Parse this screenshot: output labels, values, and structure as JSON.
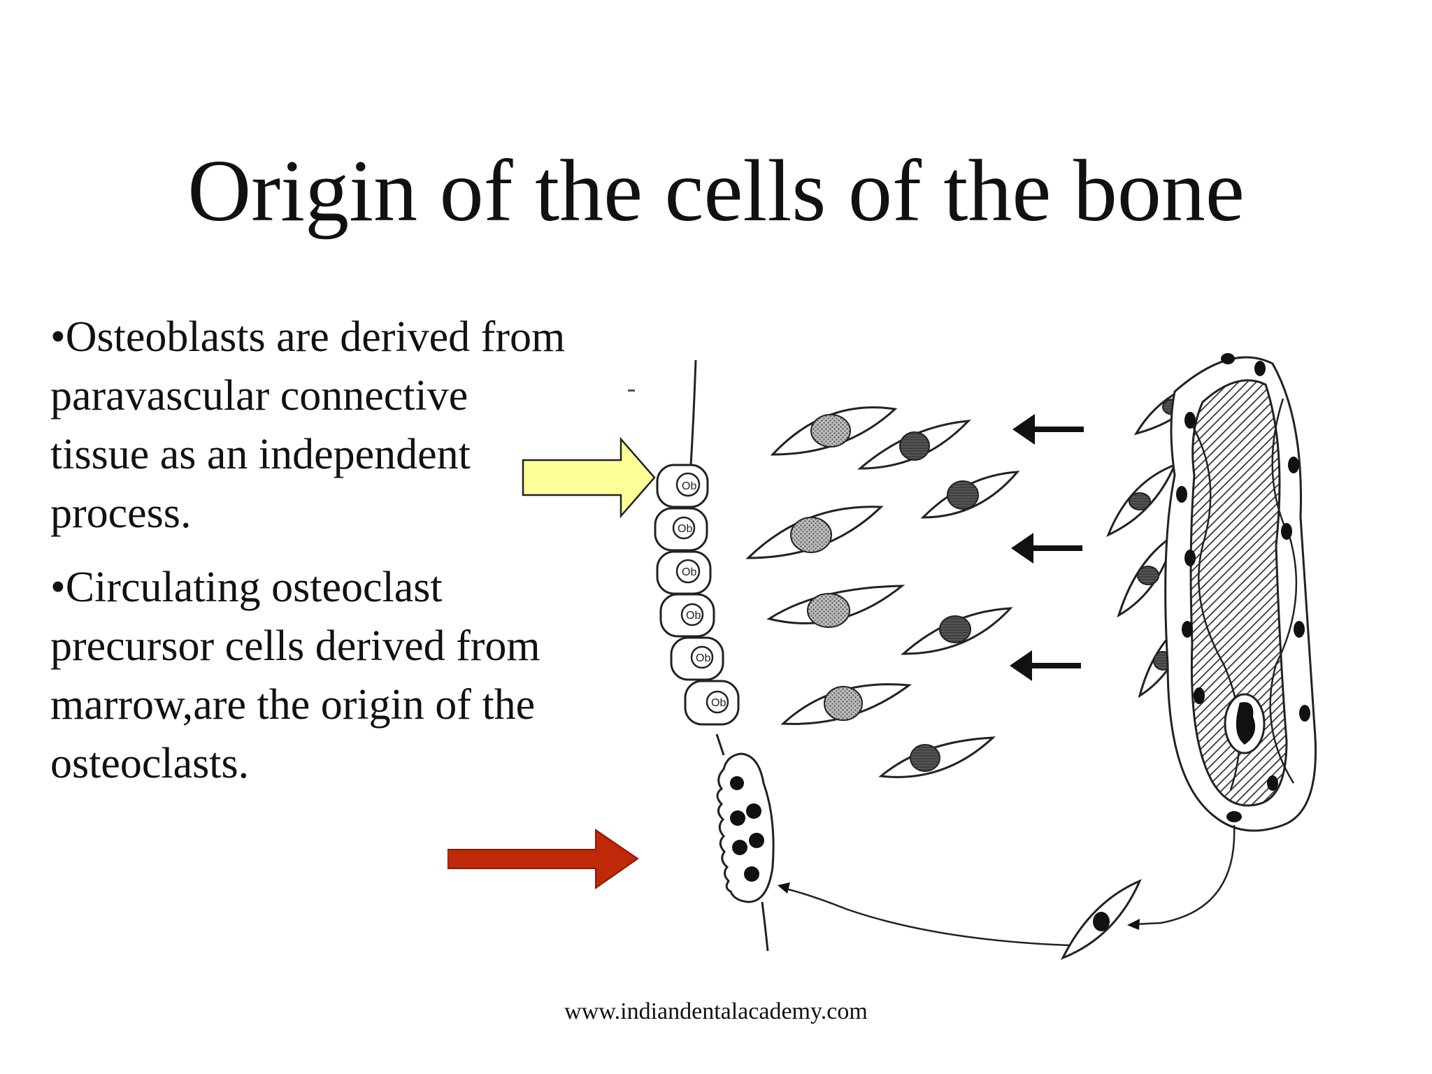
{
  "slide": {
    "title": "Origin of the cells of the bone",
    "bullets": [
      {
        "marker": "•",
        "lines": [
          "Osteoblasts are derived from",
          "paravascular connective",
          "tissue as an independent",
          "process."
        ]
      },
      {
        "marker": "•",
        "lines": [
          "Circulating osteoclast",
          "precursor cells derived from",
          "marrow,are the origin of the",
          "osteoclasts."
        ]
      }
    ],
    "footer": "www.indiandentalacademy.com"
  },
  "diagram": {
    "osteoblast_label": "Ob",
    "colors": {
      "ink": "#1a1a1a",
      "yellow_arrow": "#ffff99",
      "red_arrow": "#c0280a",
      "nucleus_stipple": "#8a8a8a",
      "nucleus_dark": "#4a4a4a"
    }
  }
}
